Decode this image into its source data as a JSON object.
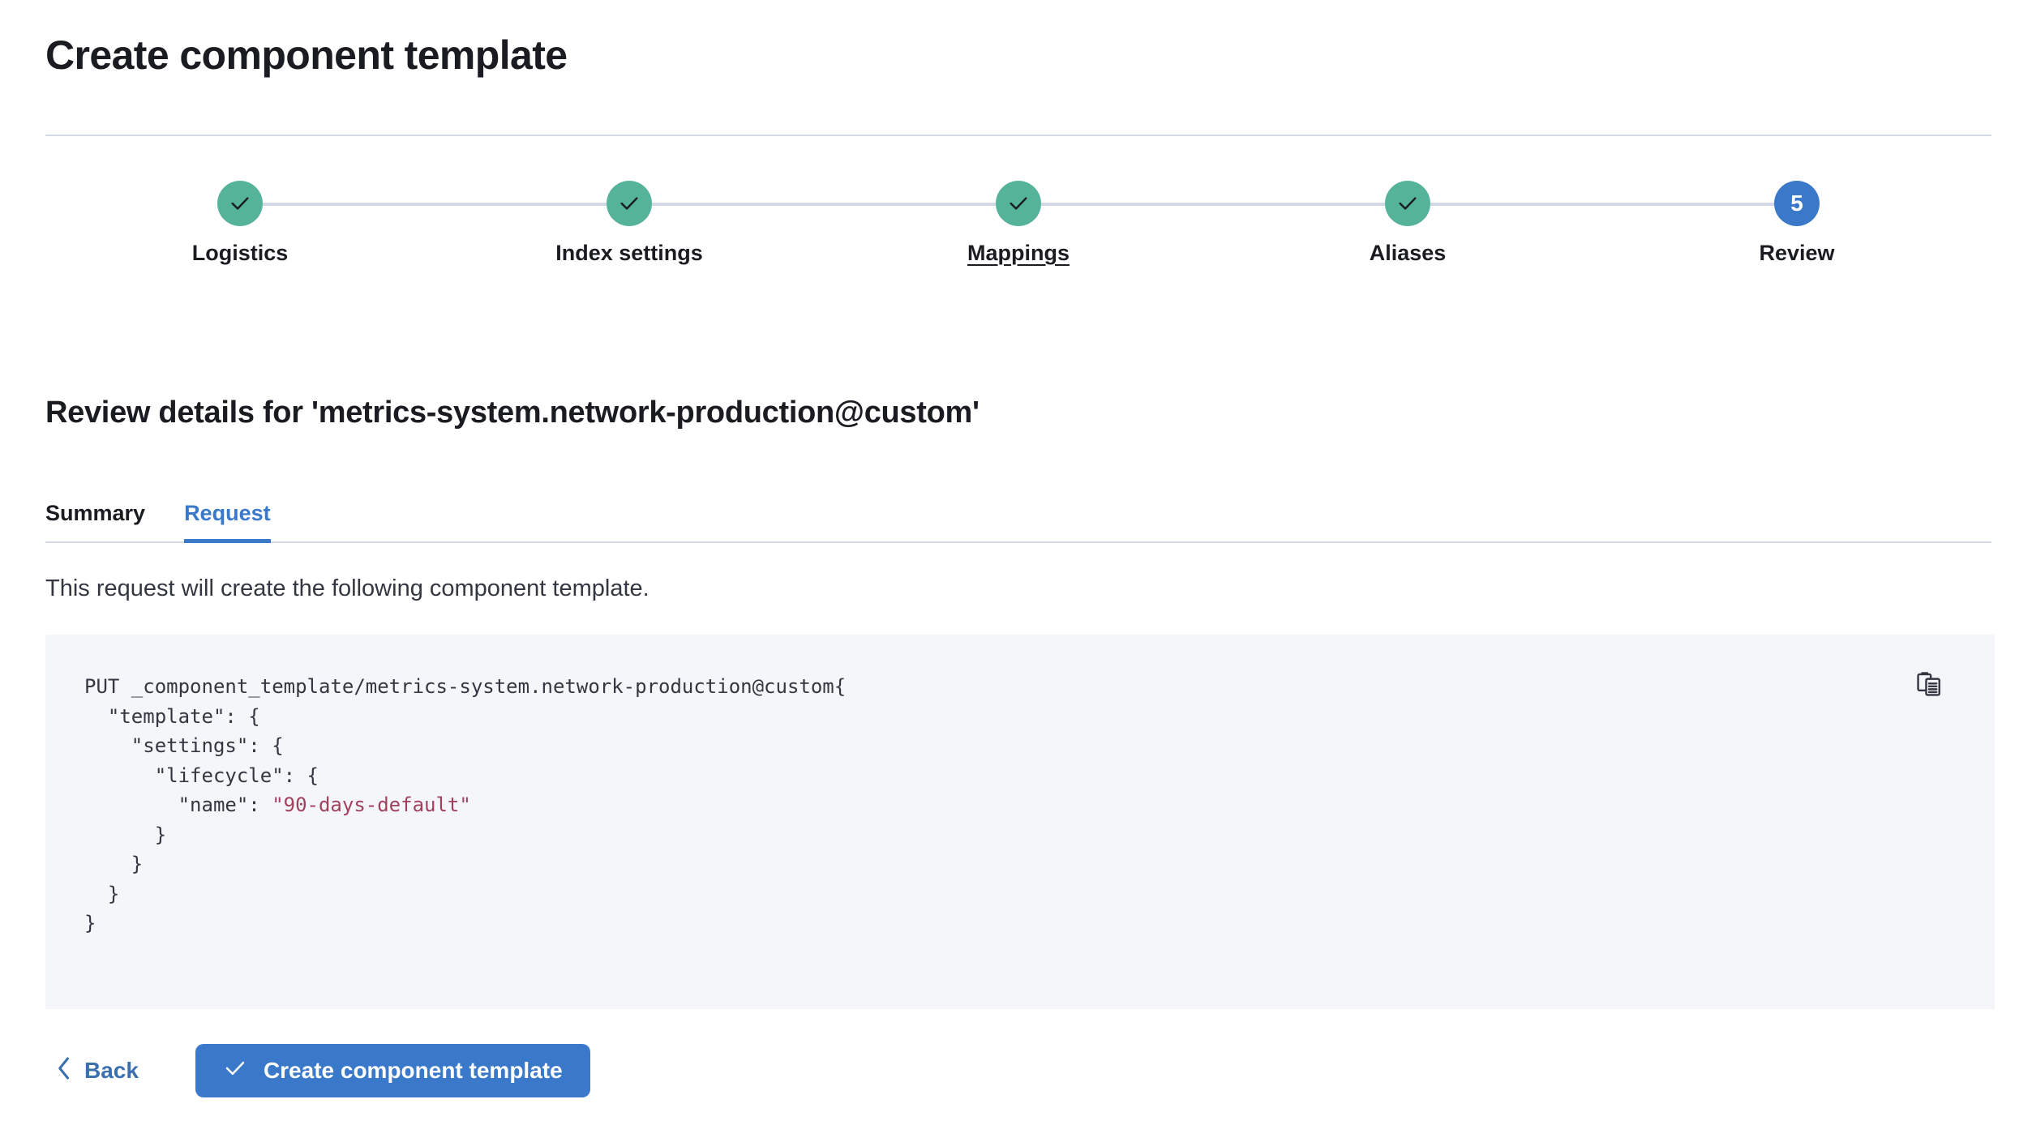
{
  "page": {
    "title": "Create component template"
  },
  "stepper": {
    "steps": [
      {
        "label": "Logistics",
        "state": "complete",
        "icon": "check-icon",
        "number": "1"
      },
      {
        "label": "Index settings",
        "state": "complete",
        "icon": "check-icon",
        "number": "2"
      },
      {
        "label": "Mappings",
        "state": "complete",
        "icon": "check-icon",
        "number": "3",
        "underlined": true
      },
      {
        "label": "Aliases",
        "state": "complete",
        "icon": "check-icon",
        "number": "4"
      },
      {
        "label": "Review",
        "state": "current",
        "icon": "",
        "number": "5"
      }
    ],
    "colors": {
      "complete": "#54b399",
      "current": "#3a79c9",
      "connector": "#d3dae6"
    }
  },
  "review": {
    "heading": "Review details for 'metrics-system.network-production@custom'",
    "tabs": [
      {
        "label": "Summary",
        "active": false
      },
      {
        "label": "Request",
        "active": true
      }
    ],
    "description": "This request will create the following component template.",
    "code": {
      "method_line": "PUT _component_template/metrics-system.network-production@custom",
      "body_before_value": "{\n  \"template\": {\n    \"settings\": {\n      \"lifecycle\": {\n        \"name\": ",
      "string_value": "\"90-days-default\"",
      "body_after_value": "\n      }\n    }\n  }\n}",
      "copy_icon": "copy-icon",
      "background": "#f5f6fa",
      "string_color": "#a1405c"
    }
  },
  "footer": {
    "back_label": "Back",
    "back_icon": "chevron-left-icon",
    "primary_label": "Create component template",
    "primary_icon": "check-icon",
    "primary_color": "#3a79c9"
  }
}
